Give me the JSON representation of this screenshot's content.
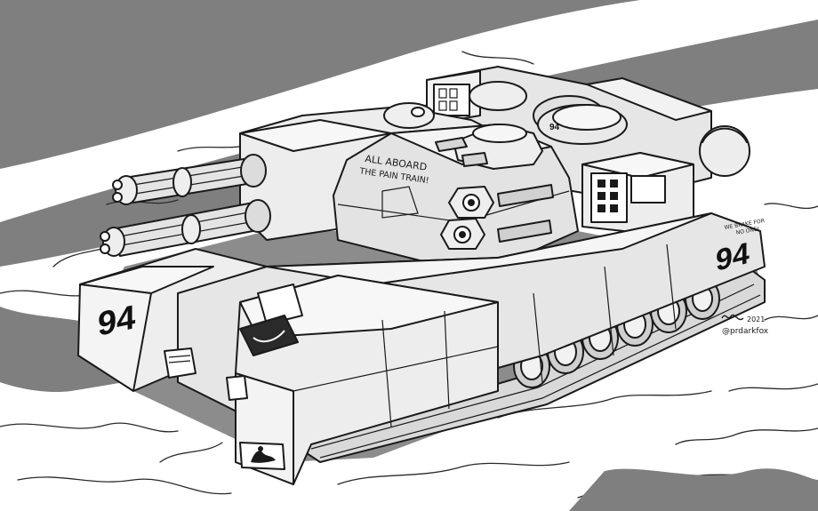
{
  "illustration": {
    "hull_numbers": {
      "front": "94",
      "side": "94",
      "turret": "94"
    },
    "turret_slogan": {
      "line1": "ALL ABOARD",
      "line2": "THE PAIN TRAIN!"
    },
    "side_slogan": {
      "line1": "WE BRAKE FOR",
      "line2": "NO ONE!"
    },
    "signature": {
      "year": "2021",
      "handle": "@prdarkfox"
    },
    "palette": {
      "ink": "#1a1a1a",
      "shadow": "#7f7f7f",
      "metal_light": "#f2f2f2",
      "metal_mid": "#e3e3e3",
      "metal_dark": "#cfcfcf",
      "background": "#ffffff"
    }
  }
}
